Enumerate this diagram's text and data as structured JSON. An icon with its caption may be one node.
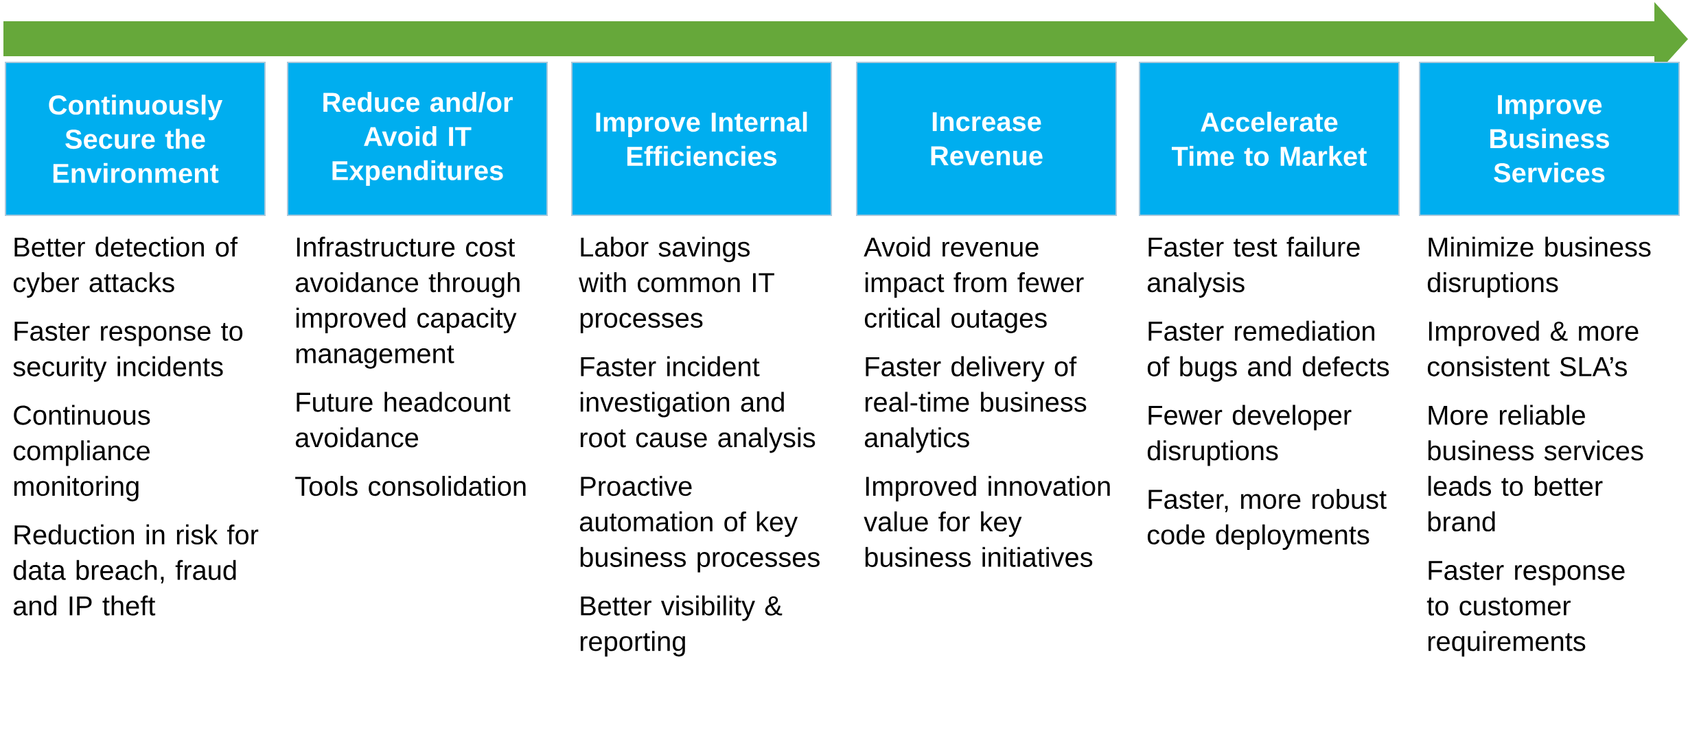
{
  "diagram": {
    "nodes": [
      {
        "text": [
          "Continuously Secure the Environment"
        ],
        "beside": [
          "Better detection of cyber attacks",
          "Faster response to security incidents",
          "Continuous compliance monitoring",
          "Reduction in risk for data breach, fraud and IP theft"
        ]
      },
      {
        "text": [
          "Reduce and/or Avoid IT Expenditures"
        ],
        "beside": [
          "Infrastructure cost avoidance through improved capacity management",
          "Future headcount avoidance",
          "Tools consolidation"
        ]
      },
      {
        "text": [
          "Improve Internal Efficiencies"
        ],
        "beside": [
          "Labor savings with common IT processes",
          "Faster incident investigation and root cause analysis",
          "Proactive automation of key business processes",
          "Better visibility & reporting"
        ]
      },
      {
        "text": [
          "Increase Revenue"
        ],
        "beside": [
          "Avoid revenue impact from fewer critical outages",
          "Faster delivery of real-time business analytics",
          "Improved innovation value for key business initiatives"
        ]
      },
      {
        "text": [
          "Accelerate Time to Market"
        ],
        "beside": [
          "Faster test failure analysis",
          "Faster remediation of bugs and defects",
          "Fewer developer disruptions",
          "Faster, more robust code deployments"
        ]
      },
      {
        "text": [
          "Improve Business Services"
        ],
        "beside": [
          "Minimize business disruptions",
          "Improved & more consistent SLA’s",
          "More reliable business services leads to better brand",
          "Faster response to customer requirements"
        ]
      }
    ]
  }
}
